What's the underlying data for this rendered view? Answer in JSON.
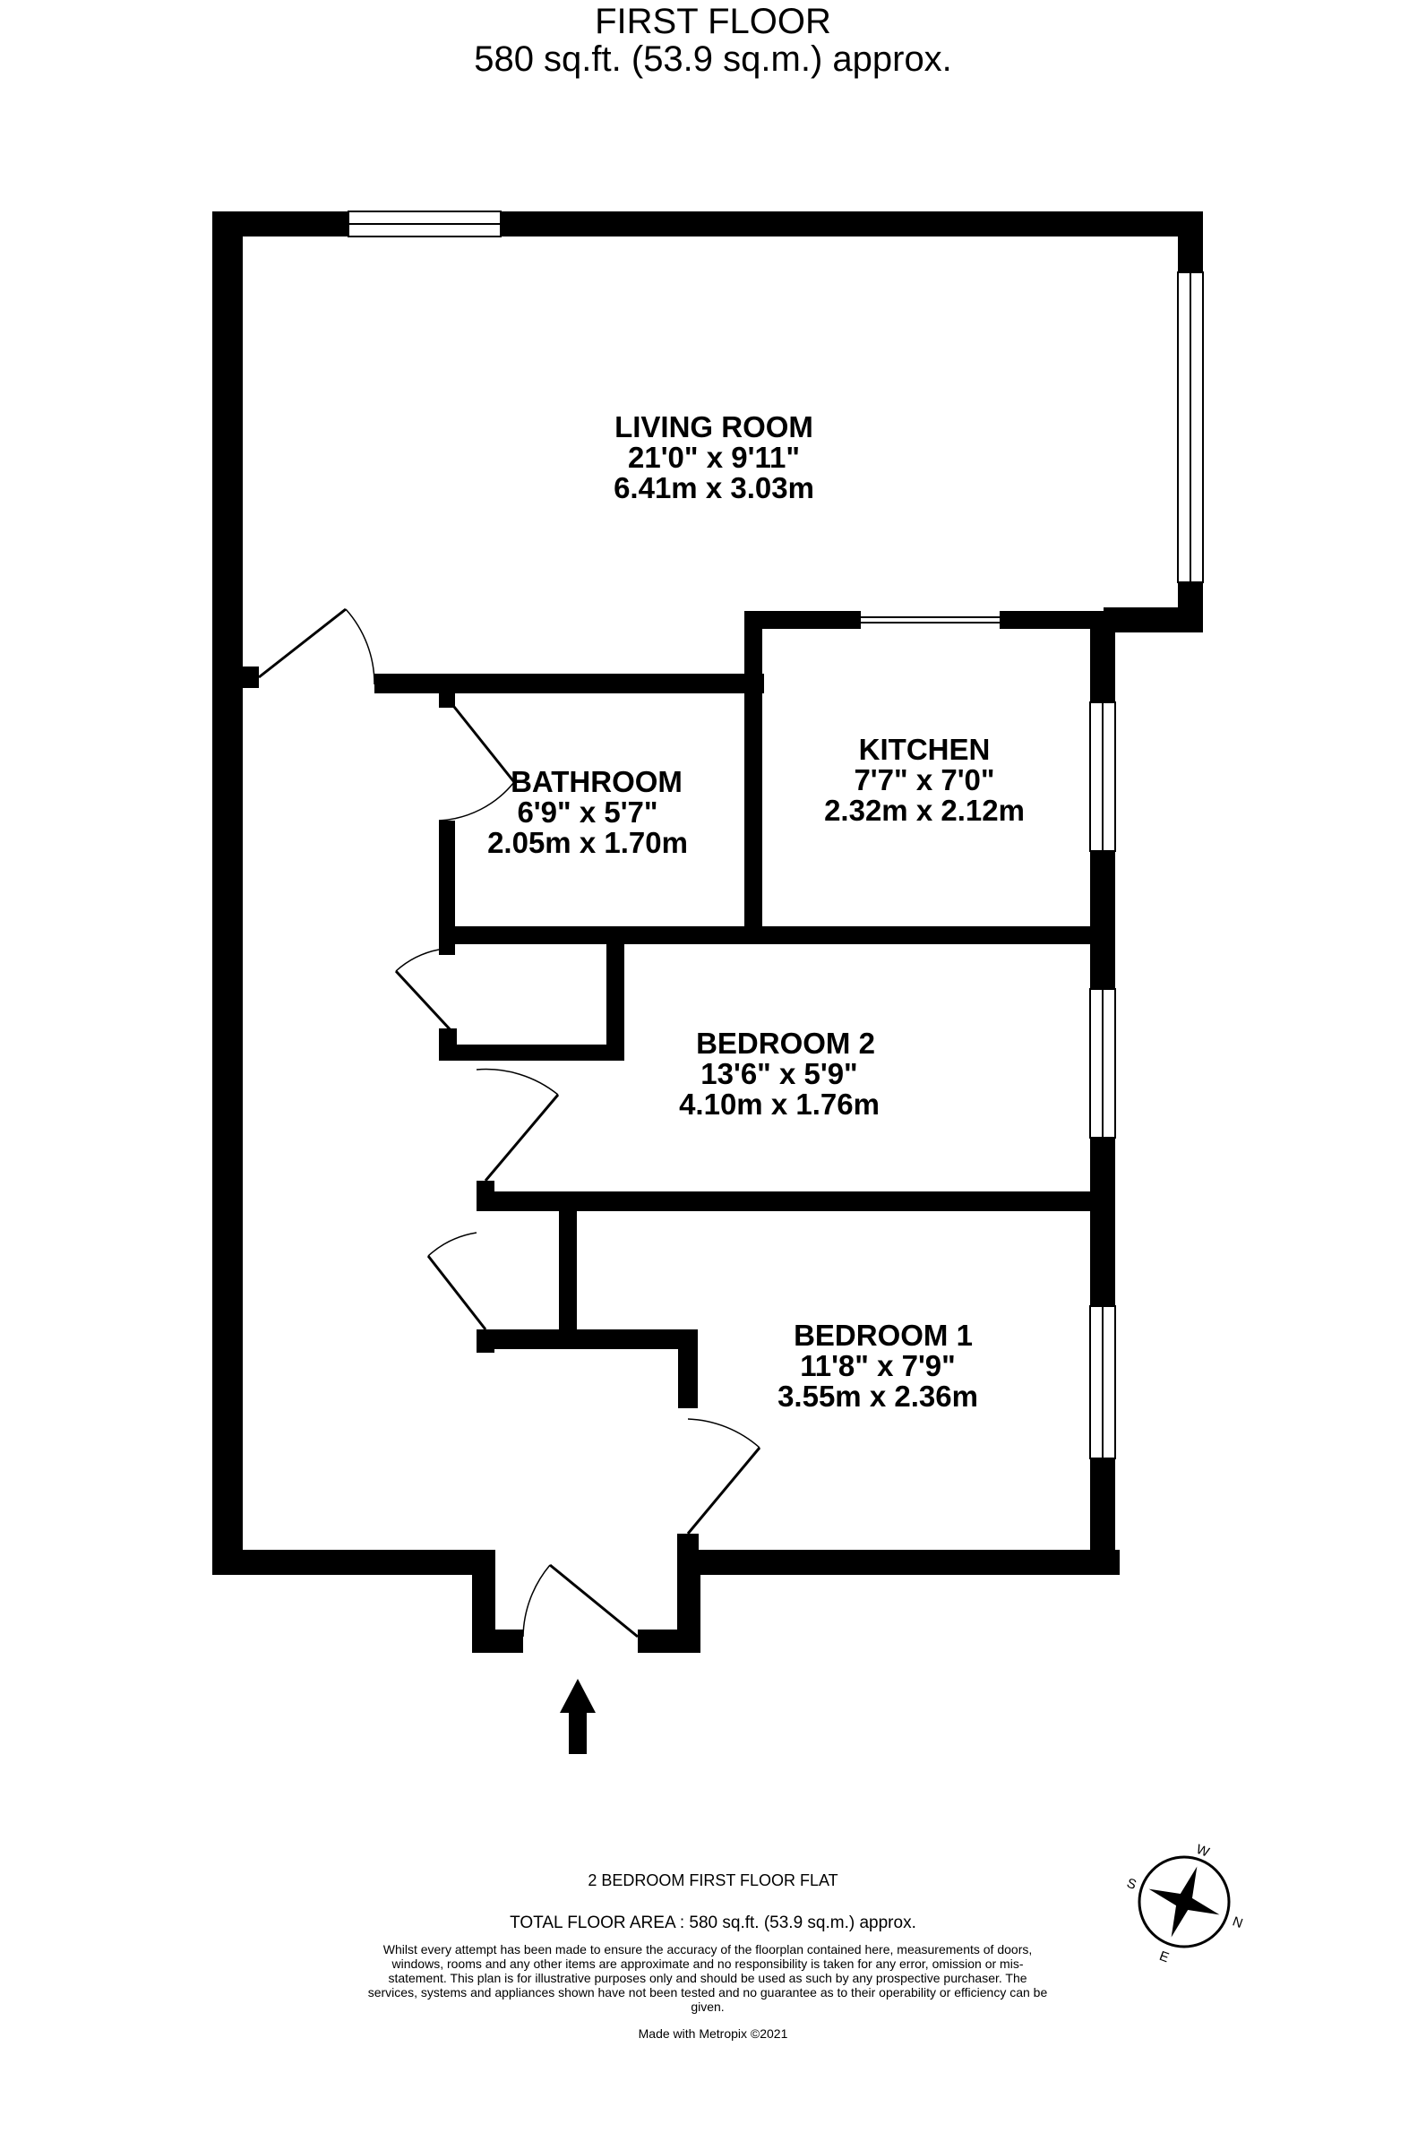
{
  "header": {
    "floor_title": "FIRST FLOOR",
    "floor_area": "580 sq.ft. (53.9 sq.m.) approx."
  },
  "rooms": [
    {
      "name": "LIVING ROOM",
      "imperial": "21'0\"  x 9'11\"",
      "metric": "6.41m  x 3.03m"
    },
    {
      "name": "KITCHEN",
      "imperial": "7'7\"  x 7'0\"",
      "metric": "2.32m  x 2.12m"
    },
    {
      "name": "BATHROOM",
      "imperial": "6'9\"  x 5'7\"",
      "metric": "2.05m  x 1.70m"
    },
    {
      "name": "BEDROOM 2",
      "imperial": "13'6\"  x 5'9\"",
      "metric": "4.10m  x 1.76m"
    },
    {
      "name": "BEDROOM 1",
      "imperial": "11'8\"  x 7'9\"",
      "metric": "3.55m  x 2.36m"
    }
  ],
  "footer": {
    "flat_type": "2 BEDROOM FIRST FLOOR FLAT",
    "total_area": "TOTAL FLOOR AREA : 580 sq.ft. (53.9 sq.m.) approx.",
    "disclaimer": "Whilst every attempt has been made to ensure the accuracy of the floorplan contained here, measurements of doors, windows, rooms and any other items are approximate and no responsibility is taken for any error, omission or mis-statement. This plan is for illustrative purposes only and should be used as such by any prospective purchaser. The services, systems and appliances shown have not been tested and no guarantee as to their operability or efficiency can be given.",
    "credit": "Made with Metropix ©2021"
  },
  "compass": {
    "n": "N",
    "e": "E",
    "s": "S",
    "w": "W"
  },
  "icons": {
    "entrance": "up-arrow-icon",
    "compass": "compass-rose-icon"
  }
}
